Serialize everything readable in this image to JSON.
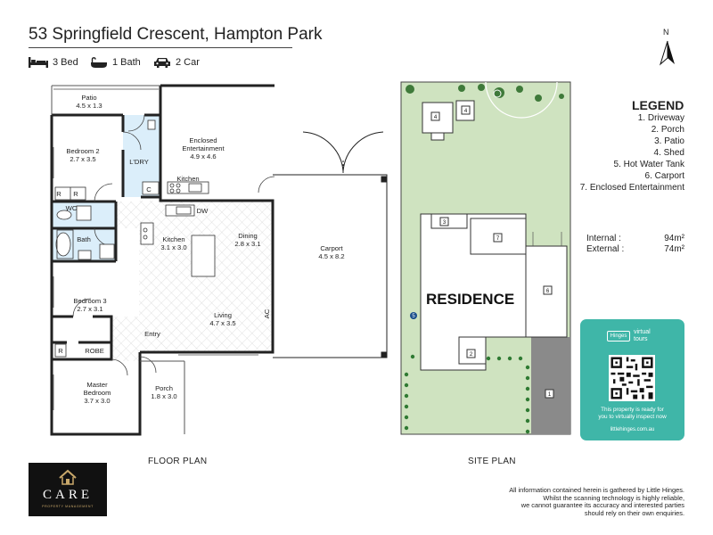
{
  "header": {
    "address": "53 Springfield Crescent, Hampton Park",
    "features": [
      {
        "icon": "bed-icon",
        "label": "3 Bed"
      },
      {
        "icon": "bath-icon",
        "label": "1 Bath"
      },
      {
        "icon": "car-icon",
        "label": "2 Car"
      }
    ]
  },
  "floor_plan": {
    "caption": "FLOOR PLAN",
    "rooms": [
      {
        "id": "patio",
        "name": "Patio",
        "size": "4.5 x 1.3"
      },
      {
        "id": "enclosed",
        "name": "Enclosed",
        "name2": "Entertainment",
        "size": "4.9 x 4.6"
      },
      {
        "id": "bedroom2",
        "name": "Bedroom 2",
        "size": "2.7 x 3.5"
      },
      {
        "id": "laundry",
        "name": "L'DRY"
      },
      {
        "id": "kitchen-bench",
        "name": "Kitchen"
      },
      {
        "id": "wc",
        "name": "WC"
      },
      {
        "id": "bath",
        "name": "Bath"
      },
      {
        "id": "dw",
        "name": "DW"
      },
      {
        "id": "kitchen",
        "name": "Kitchen",
        "size": "3.1 x 3.0"
      },
      {
        "id": "dining",
        "name": "Dining",
        "size": "2.8 x 3.1"
      },
      {
        "id": "carport",
        "name": "Carport",
        "size": "4.5 x 8.2"
      },
      {
        "id": "bedroom3",
        "name": "Bedroom 3",
        "size": "2.7 x 3.1"
      },
      {
        "id": "living",
        "name": "Living",
        "size": "4.7 x 3.5"
      },
      {
        "id": "entry",
        "name": "Entry"
      },
      {
        "id": "robe",
        "name": "ROBE"
      },
      {
        "id": "master",
        "name": "Master",
        "name2": "Bedroom",
        "size": "3.7 x 3.0"
      },
      {
        "id": "porch",
        "name": "Porch",
        "size": "1.8 x 3.0"
      }
    ],
    "markers": {
      "r": "R",
      "c": "C",
      "ac": "AC"
    }
  },
  "site_plan": {
    "caption": "SITE PLAN",
    "residence_label": "RESIDENCE",
    "numbers": [
      "1",
      "2",
      "3",
      "4",
      "5",
      "6",
      "7"
    ]
  },
  "legend": {
    "title": "LEGEND",
    "items": [
      "1. Driveway",
      "2. Porch",
      "3. Patio",
      "4. Shed",
      "5. Hot Water Tank",
      "6. Carport",
      "7. Enclosed Entertainment"
    ]
  },
  "areas": [
    {
      "label": "Internal :",
      "value": "94m²"
    },
    {
      "label": "External :",
      "value": "74m²"
    }
  ],
  "compass": {
    "label": "N"
  },
  "virtual_tour": {
    "brand": "Hinges",
    "product_line1": "virtual",
    "product_line2": "tours",
    "note_line1": "This property is ready for",
    "note_line2": "you to virtually inspect now",
    "url": "littlehinges.com.au"
  },
  "brand_logo": {
    "word": "CARE",
    "subtitle": "PROPERTY MANAGEMENT"
  },
  "disclaimer": [
    "All information contained herein is gathered by Little Hinges.",
    "Whilst the scanning technology is highly reliable,",
    "we cannot guarantee its accuracy and interested parties",
    "should rely on their own enquiries."
  ],
  "colors": {
    "accent": "#3fb6a8",
    "grass": "#cfe3c0",
    "driveway": "#8a8a8a",
    "wet_area": "#dbeefa"
  }
}
